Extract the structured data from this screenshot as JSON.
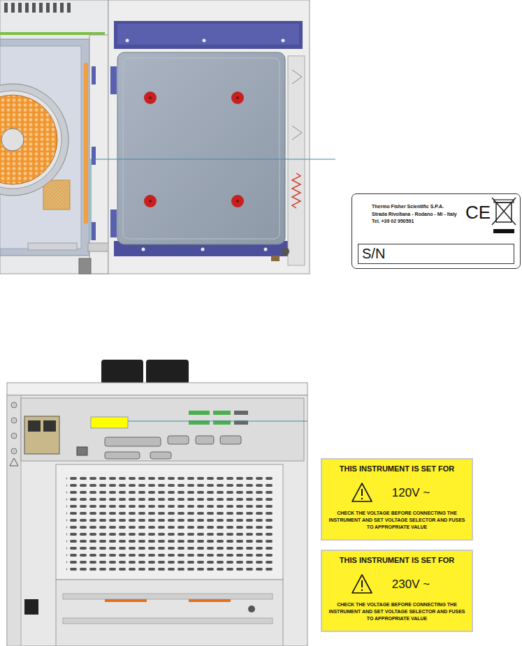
{
  "diagram": {
    "nodes": [
      {
        "text": [
          "Thermo Fisher Scientific S.P.A.",
          "Strada Rivoltana - Rodano - Mi - Italy",
          "Tel. +39 02 950591",
          "CE"
        ]
      },
      {
        "text": [
          "S/N"
        ],
        "in": 0
      },
      {
        "text": [
          "THIS INSTRUMENT IS SET FOR",
          "120V ~",
          "CHECK THE VOLTAGE BEFORE CONNECTING THE INSTRUMENT AND SET VOLTAGE SELECTOR AND FUSES TO APPROPRIATE VALUE"
        ]
      },
      {
        "text": [
          "THIS INSTRUMENT IS SET FOR",
          "230V ~",
          "CHECK THE VOLTAGE BEFORE CONNECTING THE INSTRUMENT AND SET VOLTAGE SELECTOR AND FUSES TO APPROPRIATE VALUE"
        ]
      }
    ]
  }
}
